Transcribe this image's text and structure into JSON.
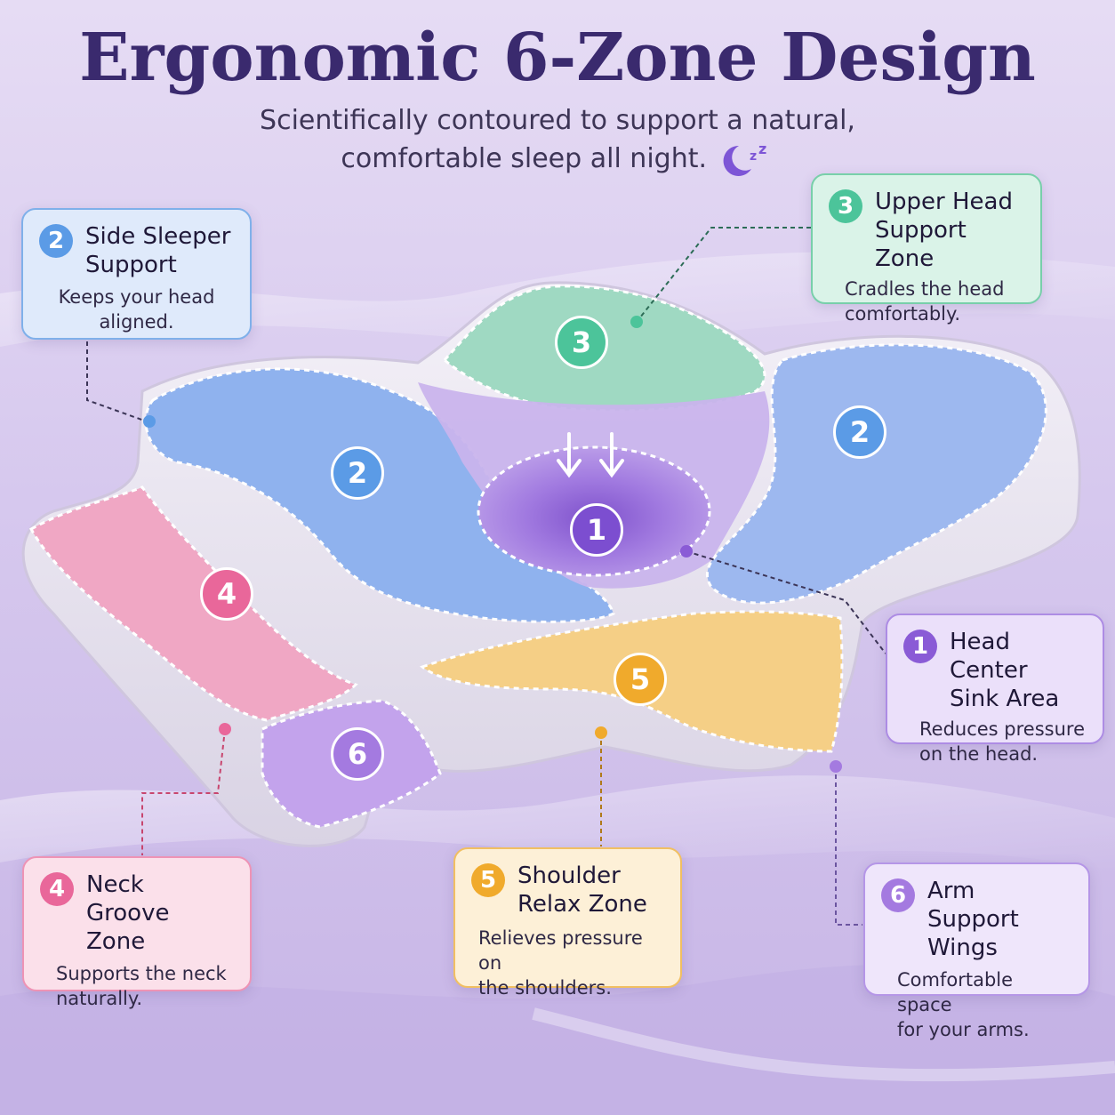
{
  "header": {
    "title": "Ergonomic 6-Zone Design",
    "subtitle_line1": "Scientifically contoured to support a natural,",
    "subtitle_line2": "comfortable sleep all night."
  },
  "icons": {
    "moon": "moon-sleep-icon"
  },
  "colors": {
    "zone1": "#8a5bd6",
    "zone2": "#5b9be6",
    "zone3": "#4cc49a",
    "zone4": "#e9679a",
    "zone5": "#f0aa2c",
    "zone6": "#a47ae0",
    "title": "#3a2a6e",
    "background": "#d9cdee"
  },
  "markers": [
    "3",
    "2",
    "2",
    "1",
    "4",
    "5",
    "6"
  ],
  "callouts": {
    "zone1": {
      "number": "1",
      "title_line1": "Head Center",
      "title_line2": "Sink Area",
      "desc_line1": "Reduces pressure",
      "desc_line2": "on the head."
    },
    "zone2": {
      "number": "2",
      "title_line1": "Side Sleeper",
      "title_line2": "Support",
      "desc_line1": "Keeps your head",
      "desc_line2": "aligned."
    },
    "zone3": {
      "number": "3",
      "title_line1": "Upper Head",
      "title_line2": "Support Zone",
      "desc_line1": "Cradles the head",
      "desc_line2": "comfortably."
    },
    "zone4": {
      "number": "4",
      "title_line1": "Neck Groove",
      "title_line2": "Zone",
      "desc_line1": "Supports the neck",
      "desc_line2": "naturally."
    },
    "zone5": {
      "number": "5",
      "title_line1": "Shoulder",
      "title_line2": "Relax Zone",
      "desc_line1": "Relieves pressure on",
      "desc_line2": "the shoulders."
    },
    "zone6": {
      "number": "6",
      "title_line1": "Arm Support",
      "title_line2": "Wings",
      "desc_line1": "Comfortable space",
      "desc_line2": "for your arms."
    }
  }
}
